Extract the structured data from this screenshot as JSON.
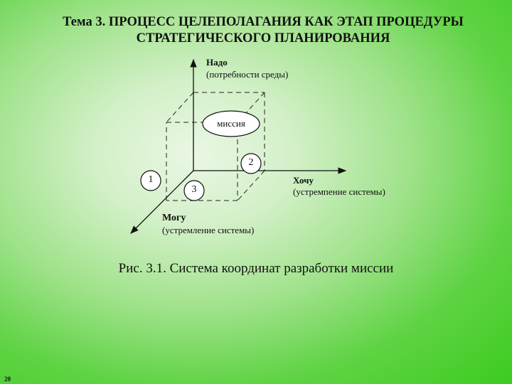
{
  "header": {
    "title_line1": "Тема 3. ПРОЦЕСС ЦЕЛЕПОЛАГАНИЯ КАК ЭТАП ПРОЦЕДУРЫ",
    "title_line2": "СТРАТЕГИЧЕСКОГО ПЛАНИРОВАНИЯ"
  },
  "diagram": {
    "axis_up": {
      "label": "Надо",
      "sublabel": "(потребности среды)"
    },
    "axis_right": {
      "label": "Хочу",
      "sublabel": "(устремпение системы)"
    },
    "axis_down": {
      "label": "Могу",
      "sublabel": "(устремление системы)"
    },
    "mission_label": "миссия",
    "points": [
      "1",
      "2",
      "3"
    ]
  },
  "caption": "Рис. 3.1. Система координат разработки миссии",
  "page_number": "20"
}
